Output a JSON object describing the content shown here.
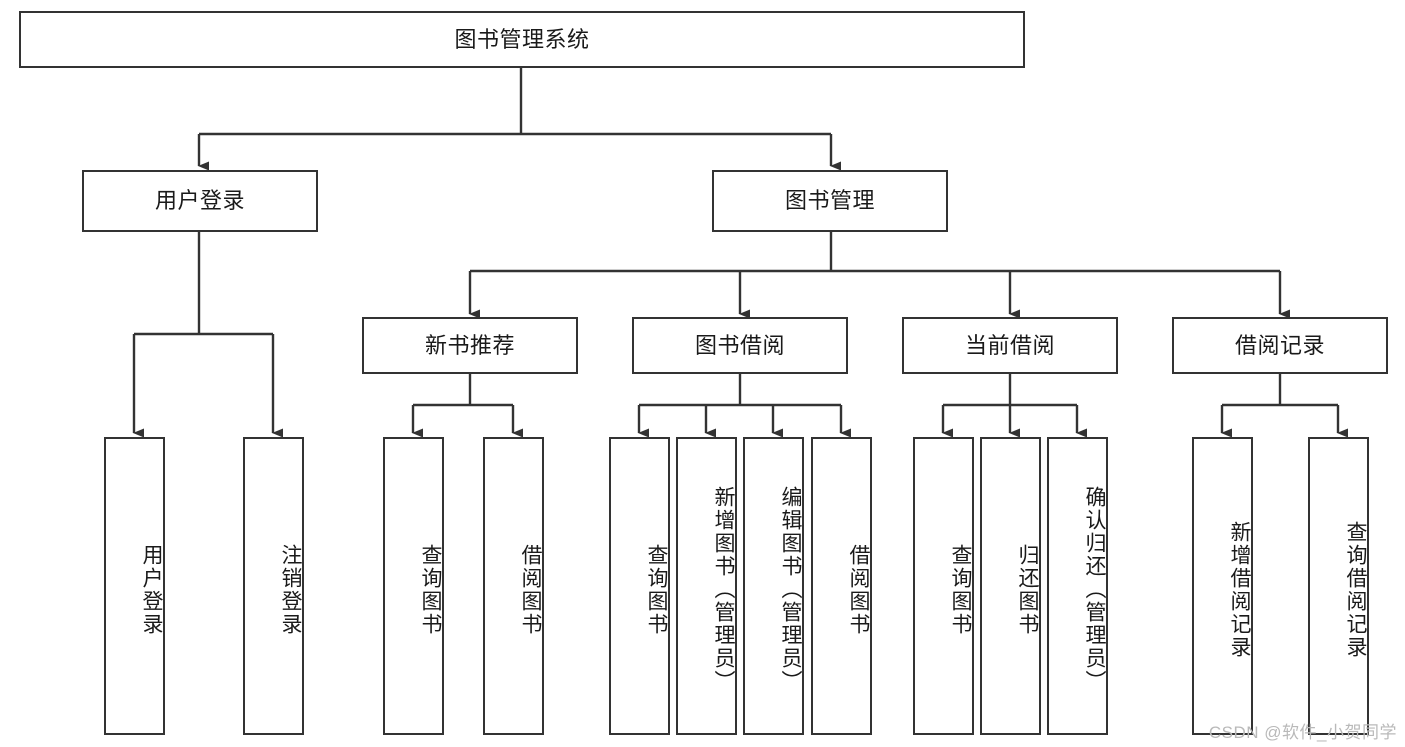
{
  "diagram": {
    "type": "tree-hierarchy-chart",
    "title": "图书管理系统",
    "orientation": "top-down",
    "colors": {
      "box_border": "#333333",
      "box_fill": "#ffffff",
      "edge": "#333333",
      "text": "#1a1a1a",
      "watermark": "#b9b9b9"
    },
    "root": {
      "id": "root",
      "label": "图书管理系统"
    },
    "level2": [
      {
        "id": "user-login",
        "label": "用户登录"
      },
      {
        "id": "book-manage",
        "label": "图书管理"
      }
    ],
    "level3": [
      {
        "id": "new-book-recommend",
        "label": "新书推荐",
        "parent": "book-manage"
      },
      {
        "id": "book-borrow",
        "label": "图书借阅",
        "parent": "book-manage"
      },
      {
        "id": "current-borrow",
        "label": "当前借阅",
        "parent": "book-manage"
      },
      {
        "id": "borrow-record",
        "label": "借阅记录",
        "parent": "book-manage"
      }
    ],
    "leaves": {
      "user_login": [
        {
          "id": "leaf-user-login",
          "label": "用户登录"
        },
        {
          "id": "leaf-logout",
          "label": "注销登录"
        }
      ],
      "new_book_recommend": [
        {
          "id": "leaf-query-book-1",
          "label": "查询图书"
        },
        {
          "id": "leaf-borrow-book-1",
          "label": "借阅图书"
        }
      ],
      "book_borrow": [
        {
          "id": "leaf-query-book-2",
          "label": "查询图书"
        },
        {
          "id": "leaf-add-book",
          "label": "新增图书（管理员）"
        },
        {
          "id": "leaf-edit-book",
          "label": "编辑图书（管理员）"
        },
        {
          "id": "leaf-borrow-book-2",
          "label": "借阅图书"
        }
      ],
      "current_borrow": [
        {
          "id": "leaf-query-book-3",
          "label": "查询图书"
        },
        {
          "id": "leaf-return-book",
          "label": "归还图书"
        },
        {
          "id": "leaf-confirm-return",
          "label": "确认归还（管理员）"
        }
      ],
      "borrow_record": [
        {
          "id": "leaf-add-record",
          "label": "新增借阅记录"
        },
        {
          "id": "leaf-query-record",
          "label": "查询借阅记录"
        }
      ]
    }
  },
  "watermark": {
    "text": "CSDN @软件_小贺同学"
  }
}
